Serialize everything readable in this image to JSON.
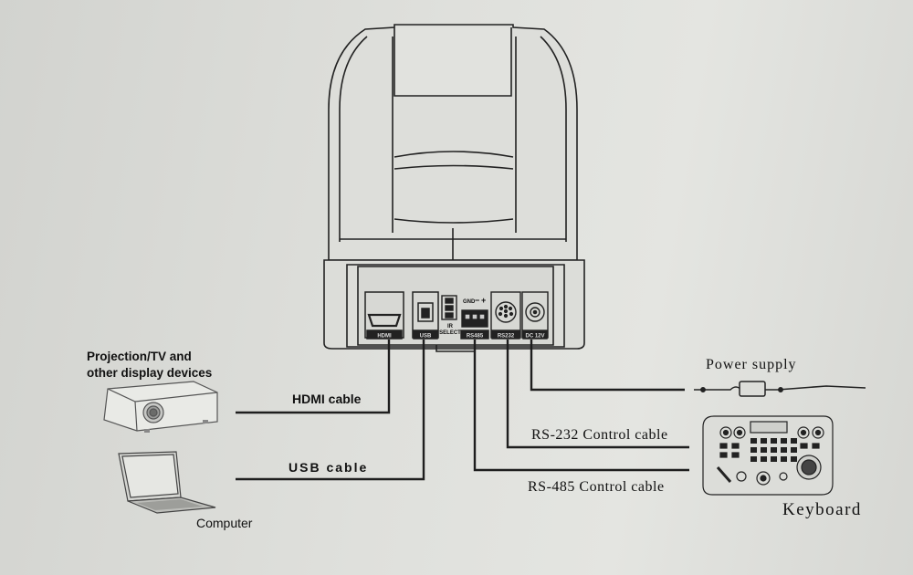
{
  "labels": {
    "projector_line1": "Projection/TV and",
    "projector_line2": "other display devices",
    "computer": "Computer",
    "hdmi_cable": "HDMI cable",
    "usb_cable": "USB cable",
    "power_supply": "Power supply",
    "rs232_cable": "RS-232 Control cable",
    "rs485_cable": "RS-485 Control cable",
    "keyboard": "Keyboard"
  },
  "ports": {
    "hdmi": "HDMI",
    "usb": "USB",
    "ir_select_1": "IR",
    "ir_select_2": "SELECT",
    "rs485_gnd": "GND",
    "rs485_minus": "−",
    "rs485_plus": "+",
    "rs485": "RS485",
    "rs232": "RS232",
    "dc": "DC 12V"
  },
  "colors": {
    "ink": "#1a1a1a",
    "paper": "#dcddd9"
  }
}
